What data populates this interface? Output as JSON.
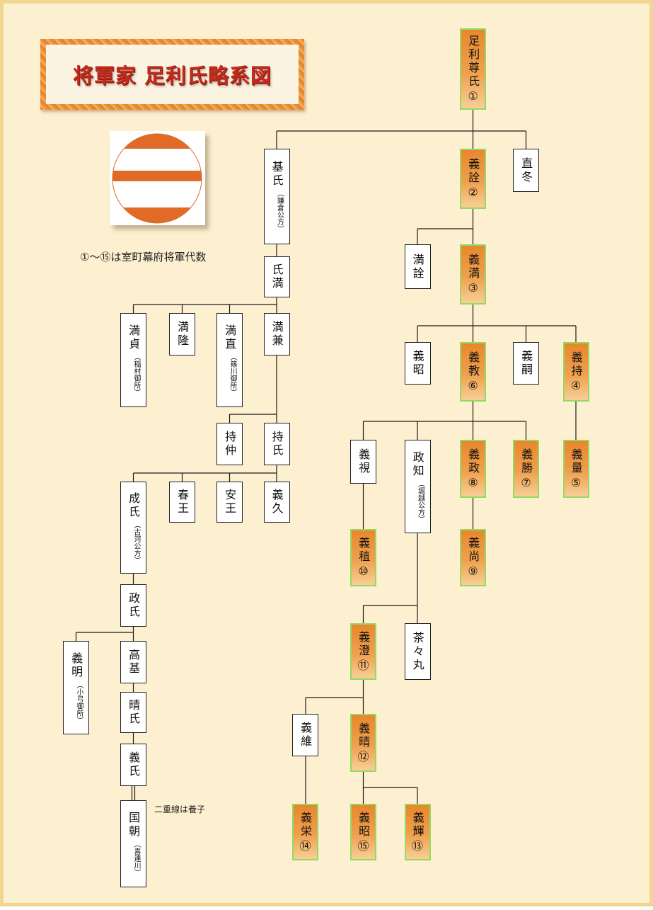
{
  "title": "将軍家 足利氏略系図",
  "legend_note": "①〜⑮は室町幕府将軍代数",
  "adoption_note": "二重線は養子",
  "icons": {
    "crest": "family-crest-icon"
  },
  "colors": {
    "shogun_fill": "#e8872d",
    "shogun_border": "#93da63",
    "title_text": "#c42a1b",
    "crest": "#e06a26",
    "background": "#fdf0d0"
  },
  "nodes": {
    "takauji": {
      "name": "足利尊氏",
      "number": "①",
      "shogun": true
    },
    "motouji": {
      "name": "基氏",
      "note": "（鎌倉公方）",
      "shogun": false
    },
    "yoshiakira": {
      "name": "義詮",
      "number": "②",
      "shogun": true
    },
    "tadafuyu": {
      "name": "直冬",
      "shogun": false
    },
    "mitsuakira": {
      "name": "満詮",
      "shogun": false
    },
    "yoshimitsu": {
      "name": "義満",
      "number": "③",
      "shogun": true
    },
    "ujimitsu": {
      "name": "氏満",
      "shogun": false
    },
    "mitsusada": {
      "name": "満貞",
      "note": "（稲村御所）",
      "shogun": false
    },
    "mitsutaka": {
      "name": "満隆",
      "shogun": false
    },
    "mitsunao": {
      "name": "満直",
      "note": "（篠川御所）",
      "shogun": false
    },
    "mitsukane": {
      "name": "満兼",
      "shogun": false
    },
    "gisho": {
      "name": "義昭",
      "shogun": false
    },
    "yoshinori": {
      "name": "義教",
      "number": "⑥",
      "shogun": true
    },
    "yoshitsugu": {
      "name": "義嗣",
      "shogun": false
    },
    "yoshimochi": {
      "name": "義持",
      "number": "④",
      "shogun": true
    },
    "mochinaka": {
      "name": "持仲",
      "shogun": false
    },
    "mochiuji": {
      "name": "持氏",
      "shogun": false
    },
    "yoshimi": {
      "name": "義視",
      "shogun": false
    },
    "masatomo": {
      "name": "政知",
      "note": "（堀越公方）",
      "shogun": false
    },
    "yoshimasa": {
      "name": "義政",
      "number": "⑧",
      "shogun": true
    },
    "yoshikatsu": {
      "name": "義勝",
      "number": "⑦",
      "shogun": true
    },
    "yoshikazu": {
      "name": "義量",
      "number": "⑤",
      "shogun": true
    },
    "shigeuji": {
      "name": "成氏",
      "note": "（古河公方）",
      "shogun": false
    },
    "haruo": {
      "name": "春王",
      "shogun": false
    },
    "yasuo": {
      "name": "安王",
      "shogun": false
    },
    "yoshihisa_k": {
      "name": "義久",
      "shogun": false
    },
    "yoshitane": {
      "name": "義稙",
      "number": "⑩",
      "shogun": true
    },
    "yoshihisa": {
      "name": "義尚",
      "number": "⑨",
      "shogun": true
    },
    "masauji": {
      "name": "政氏",
      "shogun": false
    },
    "yoshiaki_oyumi": {
      "name": "義明",
      "note": "（小弓御所）",
      "shogun": false
    },
    "takamoto": {
      "name": "高基",
      "shogun": false
    },
    "yoshizumi": {
      "name": "義澄",
      "number": "⑪",
      "shogun": true
    },
    "chachamaru": {
      "name": "茶々丸",
      "shogun": false
    },
    "haruuji": {
      "name": "晴氏",
      "shogun": false
    },
    "yoshitsuna": {
      "name": "義維",
      "shogun": false
    },
    "yoshiharu": {
      "name": "義晴",
      "number": "⑫",
      "shogun": true
    },
    "yoshiuji": {
      "name": "義氏",
      "shogun": false
    },
    "kunitomo": {
      "name": "国朝",
      "note": "（喜連川）",
      "shogun": false
    },
    "yoshihide": {
      "name": "義栄",
      "number": "⑭",
      "shogun": true
    },
    "yoshiaki": {
      "name": "義昭",
      "number": "⑮",
      "shogun": true
    },
    "yoshiteru": {
      "name": "義輝",
      "number": "⑬",
      "shogun": true
    }
  }
}
